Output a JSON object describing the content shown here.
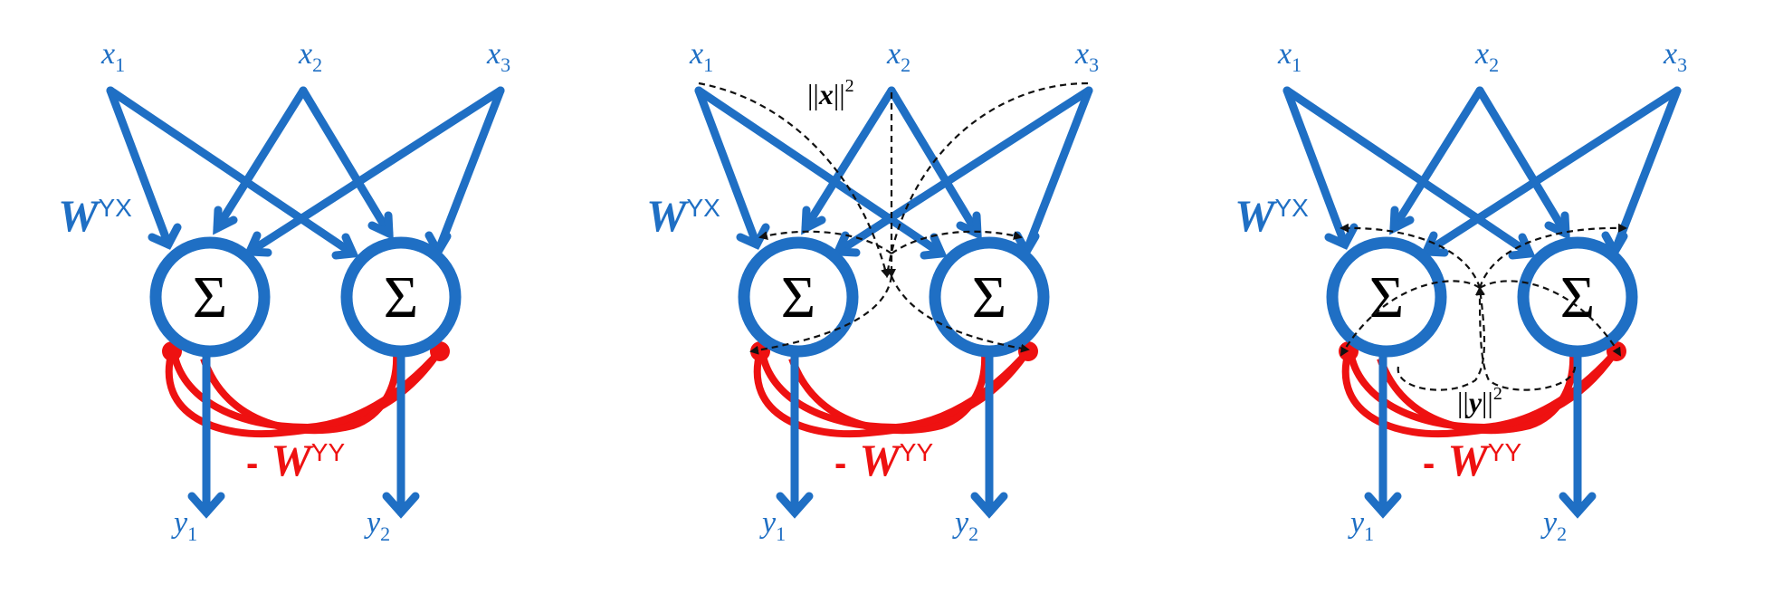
{
  "panels": [
    {
      "inputs": [
        {
          "name": "x",
          "sub": "1"
        },
        {
          "name": "x",
          "sub": "2"
        },
        {
          "name": "x",
          "sub": "3"
        }
      ],
      "outputs": [
        {
          "name": "y",
          "sub": "1"
        },
        {
          "name": "y",
          "sub": "2"
        }
      ],
      "node_symbol": "Σ",
      "ff_weight": {
        "name": "W",
        "sup": "YX"
      },
      "lateral_weight": {
        "minus": "-",
        "name": "W",
        "sup": "YY"
      },
      "norm_label": null
    },
    {
      "inputs": [
        {
          "name": "x",
          "sub": "1"
        },
        {
          "name": "x",
          "sub": "2"
        },
        {
          "name": "x",
          "sub": "3"
        }
      ],
      "outputs": [
        {
          "name": "y",
          "sub": "1"
        },
        {
          "name": "y",
          "sub": "2"
        }
      ],
      "node_symbol": "Σ",
      "ff_weight": {
        "name": "W",
        "sup": "YX"
      },
      "lateral_weight": {
        "minus": "-",
        "name": "W",
        "sup": "YY"
      },
      "norm_label": {
        "bars": "||",
        "var": "x",
        "bars_end": "||",
        "power": "2"
      }
    },
    {
      "inputs": [
        {
          "name": "x",
          "sub": "1"
        },
        {
          "name": "x",
          "sub": "2"
        },
        {
          "name": "x",
          "sub": "3"
        }
      ],
      "outputs": [
        {
          "name": "y",
          "sub": "1"
        },
        {
          "name": "y",
          "sub": "2"
        }
      ],
      "node_symbol": "Σ",
      "ff_weight": {
        "name": "W",
        "sup": "YX"
      },
      "lateral_weight": {
        "minus": "-",
        "name": "W",
        "sup": "YY"
      },
      "norm_label": {
        "bars": "||",
        "var": "y",
        "bars_end": "||",
        "power": "2"
      }
    }
  ],
  "colors": {
    "network": "#1f6fc4",
    "lateral": "#ee1111",
    "signal_flow": "#111111"
  }
}
